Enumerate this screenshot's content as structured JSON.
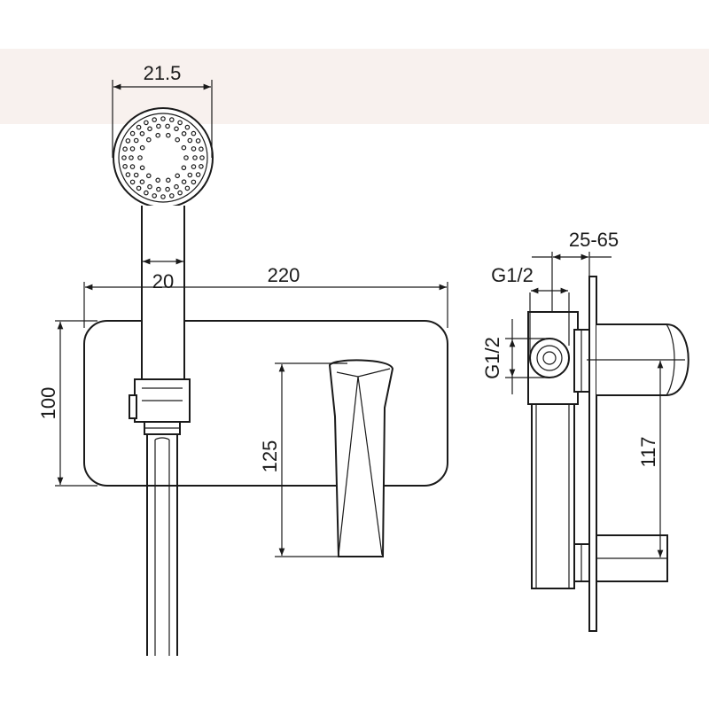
{
  "dimensions": {
    "handshower_head_diameter": "21.5",
    "handle_width": "20",
    "plate_width": "220",
    "plate_height": "100",
    "spout_height": "125",
    "side_depth_range": "25-65",
    "side_thread_horizontal": "G1/2",
    "side_thread_vertical": "G1/2",
    "side_height": "117"
  },
  "colors": {
    "line": "#1a1a1a",
    "top_band": "#f8f1ee",
    "background": "#ffffff"
  }
}
